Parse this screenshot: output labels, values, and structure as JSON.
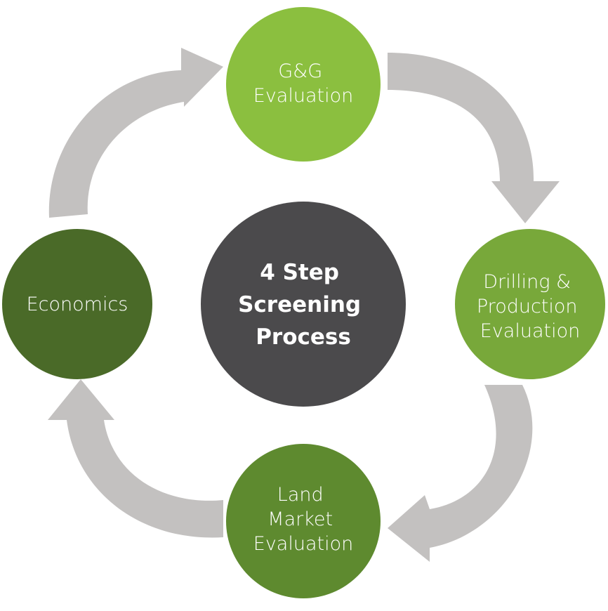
{
  "colors": {
    "background": "#ffffff",
    "arrow": "#c3c1c0",
    "center": "#4b4a4c",
    "gg": "#8bbf3f",
    "drilling": "#78a83a",
    "land": "#5e8a2f",
    "economics": "#4a6a28",
    "text": "#ffffff"
  },
  "center": {
    "lines": [
      "4 Step",
      "Screening",
      "Process"
    ]
  },
  "steps": [
    {
      "id": "gg",
      "lines": [
        "G&G",
        "Evaluation"
      ]
    },
    {
      "id": "drilling",
      "lines": [
        "Drilling &",
        "Production",
        "Evaluation"
      ]
    },
    {
      "id": "land",
      "lines": [
        "Land",
        "Market",
        "Evaluation"
      ]
    },
    {
      "id": "economics",
      "lines": [
        "Economics"
      ]
    }
  ]
}
